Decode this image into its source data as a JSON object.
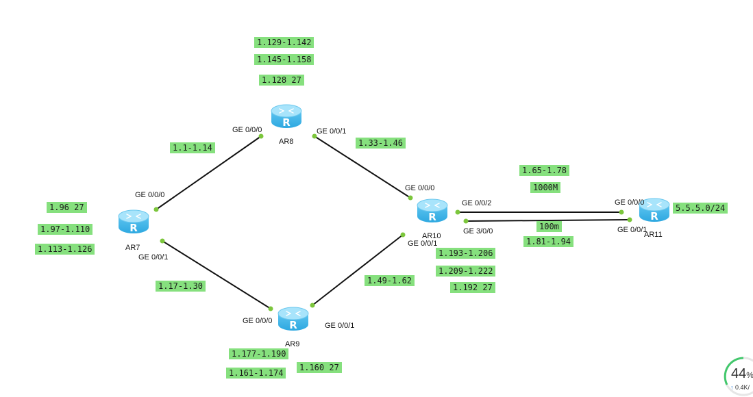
{
  "routers": [
    {
      "id": "AR7",
      "label": "AR7"
    },
    {
      "id": "AR8",
      "label": "AR8"
    },
    {
      "id": "AR9",
      "label": "AR9"
    },
    {
      "id": "AR10",
      "label": "AR10"
    },
    {
      "id": "AR11",
      "label": "AR11"
    }
  ],
  "router_glyph": "R",
  "ports": {
    "ar7_g000": "GE 0/0/0",
    "ar7_g001": "GE 0/0/1",
    "ar8_g000": "GE 0/0/0",
    "ar8_g001": "GE 0/0/1",
    "ar9_g000": "GE 0/0/0",
    "ar9_g001": "GE 0/0/1",
    "ar10_g000": "GE 0/0/0",
    "ar10_g001": "GE 0/0/1",
    "ar10_g002": "GE 0/0/2",
    "ar10_g300": "GE 3/0/0",
    "ar11_g000": "GE 0/0/0",
    "ar11_g001": "GE 0/0/1"
  },
  "tags": {
    "ar8_range_a": "1.129-1.142",
    "ar8_range_b": "1.145-1.158",
    "ar8_net": "1.128 27",
    "link_ar7_ar8": "1.1-1.14",
    "link_ar8_ar10": "1.33-1.46",
    "ar7_net": "1.96 27",
    "ar7_range_a": "1.97-1.110",
    "ar7_range_b": "1.113-1.126",
    "link_ar7_ar9": "1.17-1.30",
    "link_ar9_ar10": "1.49-1.62",
    "link_ar10_ar11_top": "1.65-1.78",
    "speed_top": "1000M",
    "speed_bottom": "100m",
    "link_ar10_ar11_bottom": "1.81-1.94",
    "ar11_net": "5.5.5.0/24",
    "ar10_range_a": "1.193-1.206",
    "ar10_range_b": "1.209-1.222",
    "ar10_net": "1.192 27",
    "ar9_range_a": "1.177-1.190",
    "ar9_range_b": "1.161-1.174",
    "ar9_net": "1.160 27"
  },
  "colors": {
    "tag_bg": "#86e07e",
    "link": "#111111",
    "port_dot": "#7cc63c",
    "router_body": "#2ea8e0",
    "router_top": "#a8e4fb"
  },
  "status_widget": {
    "percent": "44",
    "percent_sign": "%",
    "up_arrow": "↑",
    "rate": "0.4K/"
  }
}
